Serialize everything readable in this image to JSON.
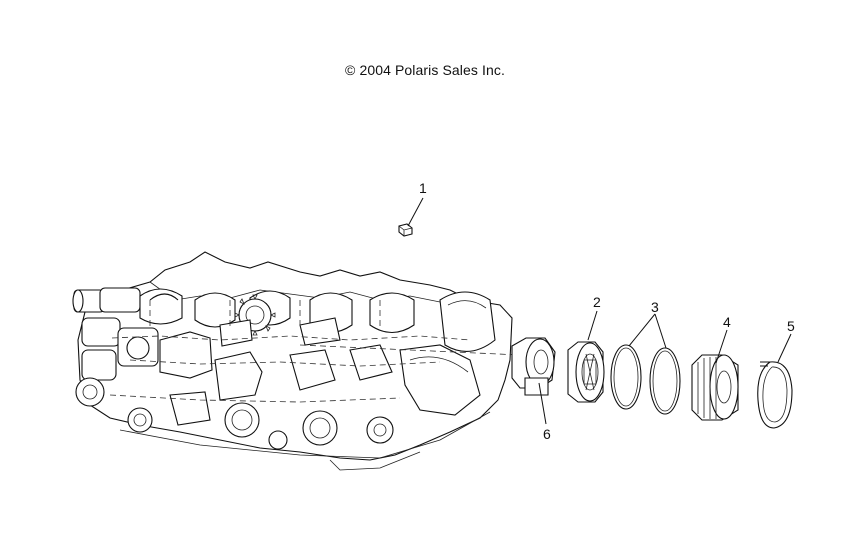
{
  "copyright": "© 2004 Polaris Sales Inc.",
  "callouts": [
    "1",
    "2",
    "3",
    "4",
    "5",
    "6"
  ]
}
